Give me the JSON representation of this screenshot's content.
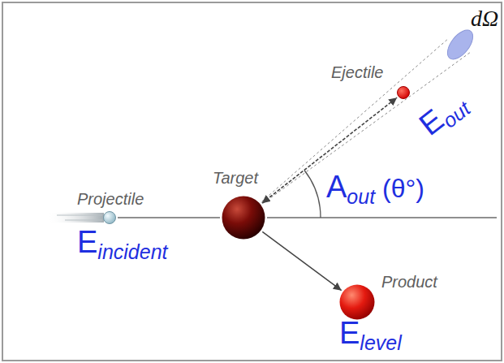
{
  "diagram": {
    "nodes": [
      {
        "text": [
          "Projectile",
          "Eincident"
        ]
      },
      {
        "text": [
          "Target"
        ]
      },
      {
        "text": [
          "Ejectile",
          "Eout"
        ]
      },
      {
        "text": [
          "Product",
          "Elevel"
        ]
      }
    ],
    "edges": [
      {
        "from": 0,
        "to": 1,
        "arrow": "none"
      },
      {
        "from": 1,
        "to": 2,
        "arrow": "both"
      },
      {
        "from": 1,
        "to": 3,
        "arrow": "to"
      }
    ],
    "labels": [
      "Aout (θ°)",
      "dΩ"
    ]
  }
}
